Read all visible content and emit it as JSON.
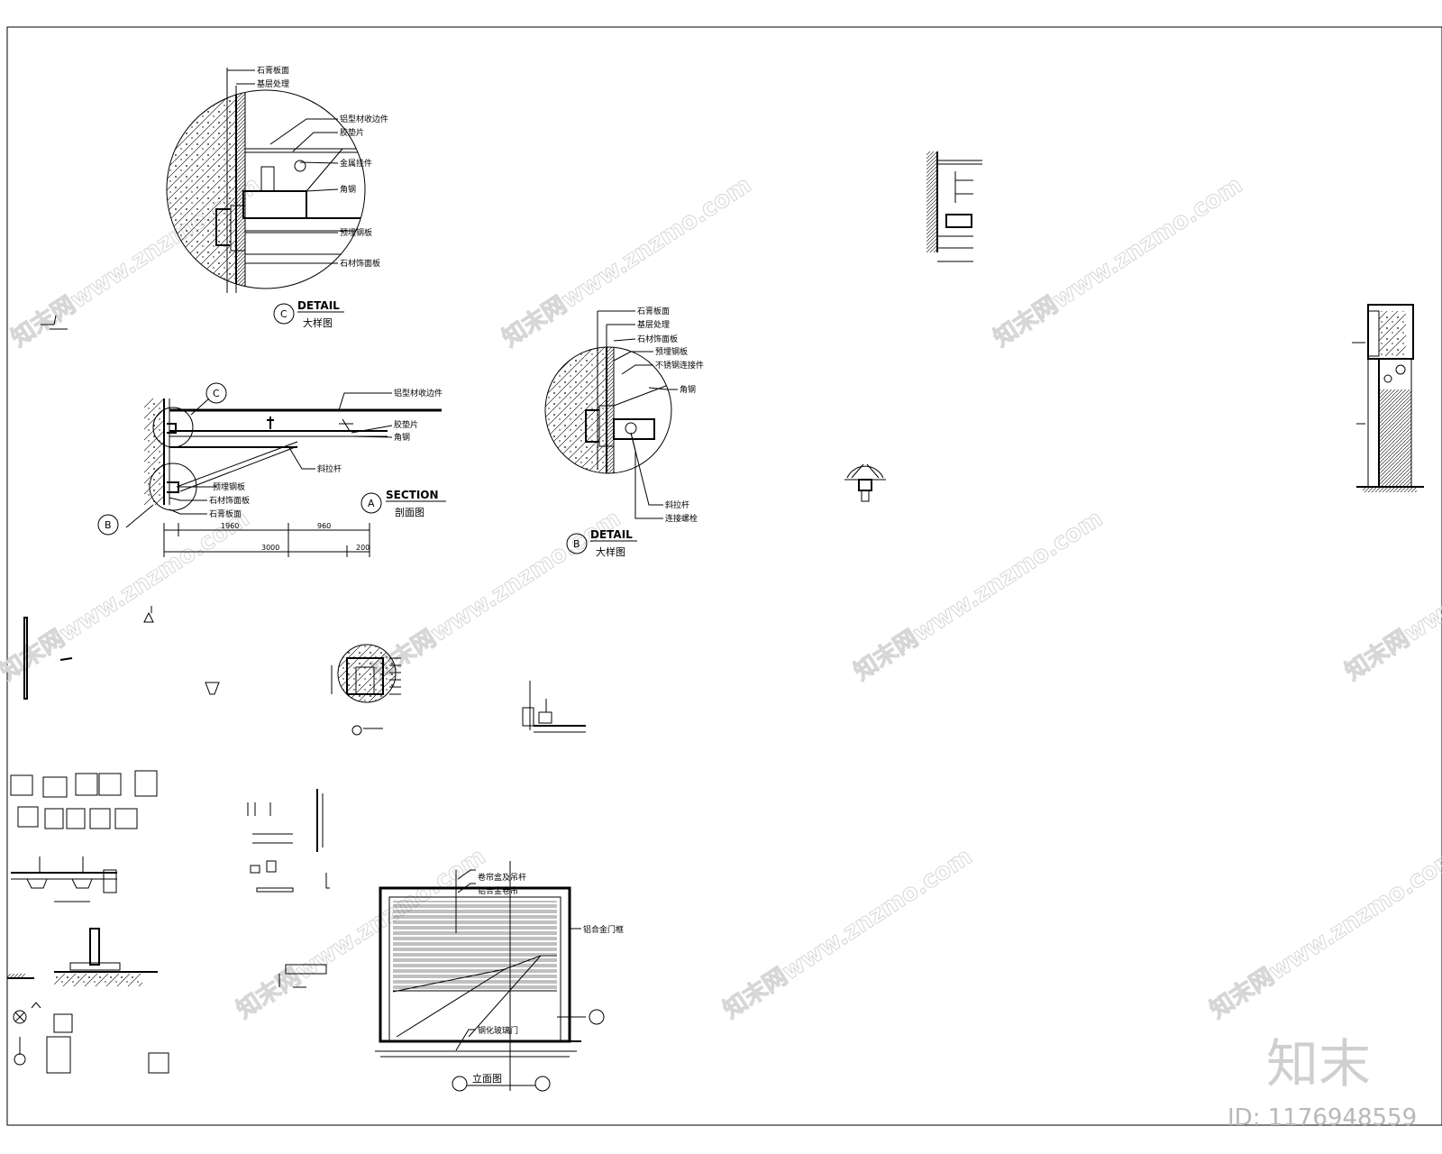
{
  "watermark": {
    "site_text": "知末网www.znzmo.com",
    "logo_text": "知末",
    "id_text": "ID: 1176948559"
  },
  "detail_c": {
    "marker": "C",
    "title": "DETAIL",
    "subtitle": "大样图",
    "labels": [
      "石膏板面",
      "基层处理",
      "铝型材收边件",
      "胶垫片",
      "金属挂件",
      "角钢",
      "预埋钢板",
      "石材饰面板"
    ]
  },
  "section_a": {
    "marker": "A",
    "title": "SECTION",
    "subtitle": "剖面图",
    "markers": [
      "C",
      "B"
    ],
    "labels_right": [
      "铝型材收边件",
      "胶垫片",
      "角钢",
      "斜拉杆"
    ],
    "labels_left": [
      "预埋钢板",
      "石材饰面板",
      "石膏板面"
    ],
    "dims_top": [
      "1960",
      "960"
    ],
    "dims_bottom": [
      "3000",
      "200"
    ]
  },
  "detail_b": {
    "marker": "B",
    "title": "DETAIL",
    "subtitle": "大样图",
    "labels": [
      "石膏板面",
      "基层处理",
      "石材饰面板",
      "预埋钢板",
      "不锈钢连接件",
      "角钢",
      "斜拉杆",
      "连接螺栓"
    ]
  },
  "elevation": {
    "title": "立面图",
    "labels": [
      "卷帘盒及吊杆",
      "铝合金卷帘",
      "钢化玻璃门",
      "铝合金门框"
    ]
  }
}
